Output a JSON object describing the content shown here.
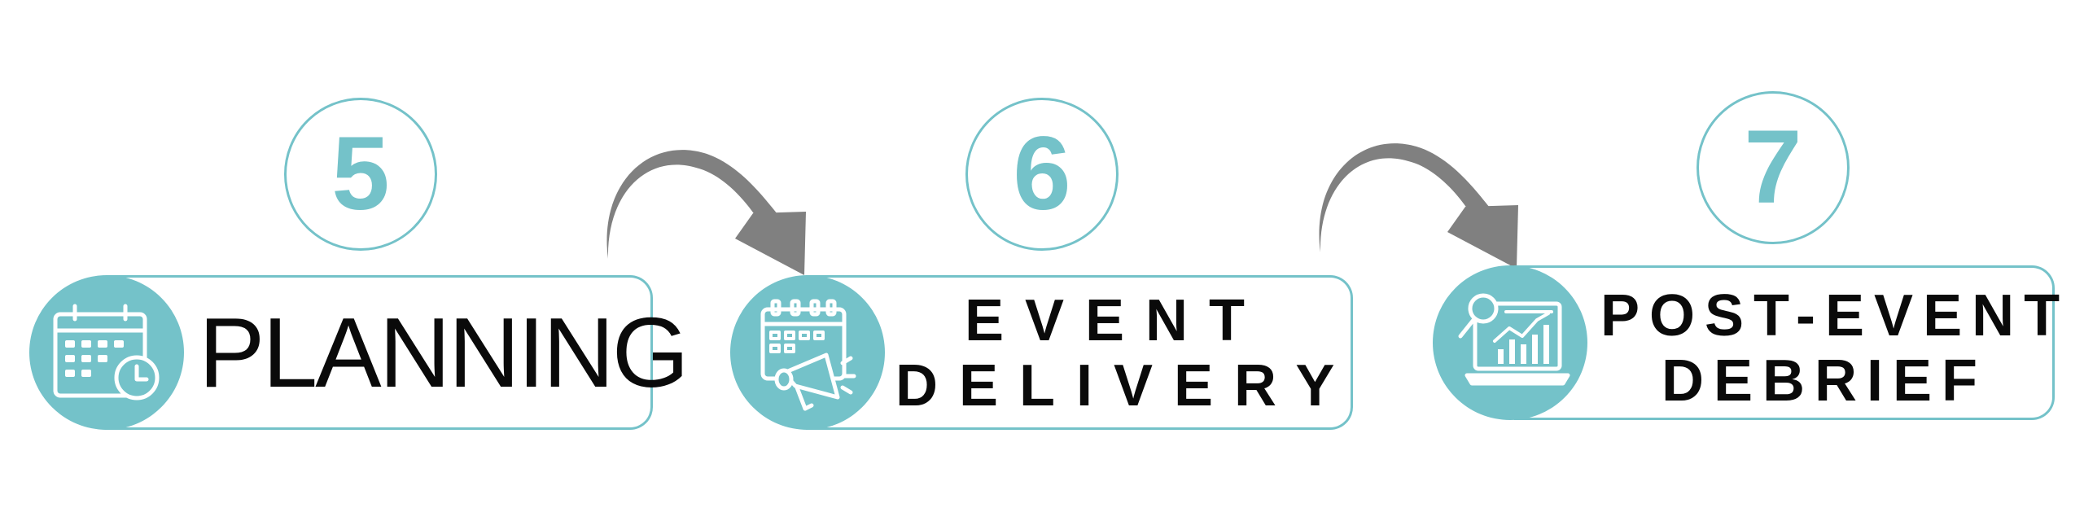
{
  "colors": {
    "accent": "#74c2c9",
    "arrow": "#808080",
    "text": "#0a0a0a"
  },
  "steps": [
    {
      "number": "5",
      "label": "PLANNING",
      "icon": "calendar-clock-icon"
    },
    {
      "number": "6",
      "label_line1": "EVENT",
      "label_line2": "DELIVERY",
      "icon": "calendar-megaphone-icon"
    },
    {
      "number": "7",
      "label_line1": "POST-EVENT",
      "label_line2": "DEBRIEF",
      "icon": "analytics-laptop-icon"
    }
  ]
}
